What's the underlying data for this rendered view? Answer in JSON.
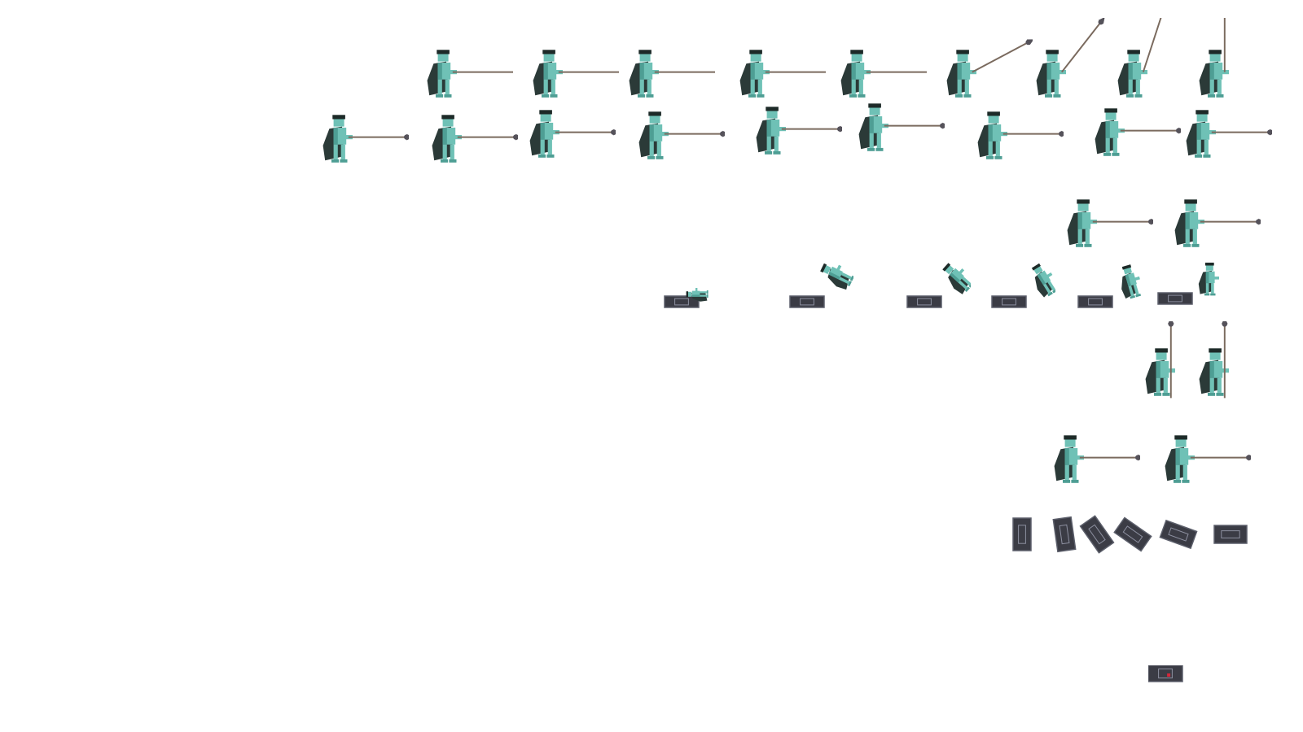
{
  "sheet": {
    "type": "sprite-sheet",
    "subject": "spearman-with-cape",
    "background": "#ffffff",
    "palette": {
      "skin": "#6fc1b6",
      "skin_shadow": "#4e9e94",
      "cape": "#2b3a38",
      "cape_dark": "#1f2928",
      "hair": "#1d2a28",
      "spear_shaft": "#7a6a5e",
      "spear_head": "#55525a",
      "shield": "#3b3c45",
      "shield_rim": "#5c5f6b",
      "shield_emblem": "#8d90a0",
      "shield_hit": "#d5263a"
    },
    "rows": [
      {
        "name": "raise-spear",
        "frame_count": 9
      },
      {
        "name": "lunge-attack",
        "frame_count": 9
      },
      {
        "name": "ready-stance",
        "frame_count": 2
      },
      {
        "name": "death-shield-fall",
        "frame_count": 6
      },
      {
        "name": "idle-spear-upright",
        "frame_count": 2
      },
      {
        "name": "block-stance",
        "frame_count": 2
      },
      {
        "name": "shield-tumble",
        "frame_count": 6
      },
      {
        "name": "shield-hit",
        "frame_count": 1
      }
    ]
  }
}
